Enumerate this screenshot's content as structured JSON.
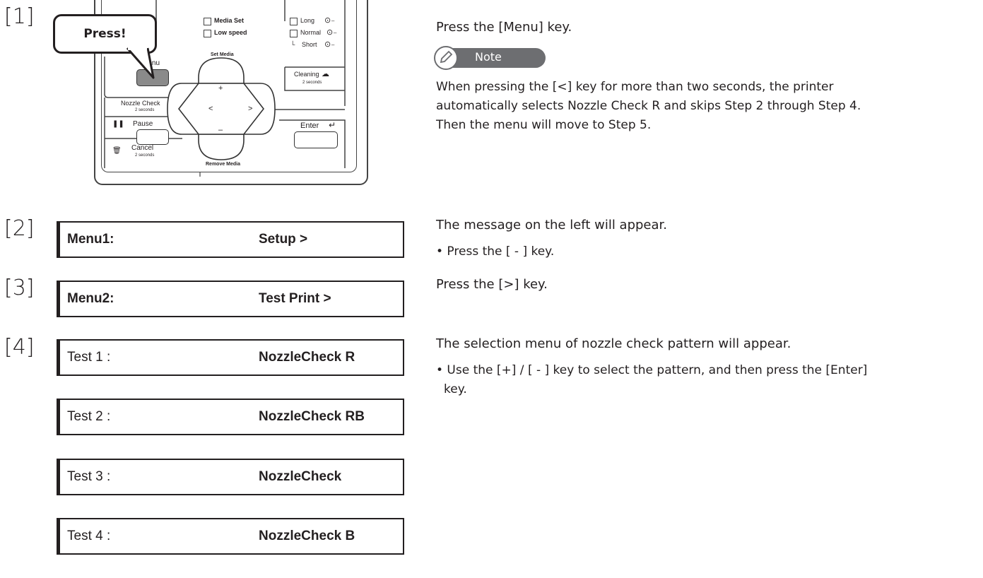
{
  "steps": {
    "s1": {
      "label": "[1]",
      "text": "Press the [Menu] key."
    },
    "s2": {
      "label": "[2]",
      "text": "The message on the left will appear.",
      "bullet": "• Press the [ - ] key."
    },
    "s3": {
      "label": "[3]",
      "text": "Press the [>] key."
    },
    "s4": {
      "label": "[4]",
      "text": "The selection menu of nozzle check pattern will appear.",
      "bullet_line1": "• Use the [+] / [ - ] key to select the pattern, and then press the [Enter]",
      "bullet_line2": "key."
    }
  },
  "note": {
    "label": "Note",
    "line1": "When pressing the [<] key for more than two seconds, the printer",
    "line2": "automatically selects Nozzle Check R and skips Step 2 through Step 4.",
    "line3": "Then the menu will move to Step 5."
  },
  "callout": {
    "text": "Press!"
  },
  "panel": {
    "media_set": "Media Set",
    "low_speed": "Low speed",
    "long": "Long",
    "normal": "Normal",
    "short": "Short",
    "set_media": "Set Media",
    "menu": "Menu",
    "cleaning": "Cleaning",
    "two_seconds": "2 seconds",
    "nozzle_check": "Nozzle Check",
    "pause": "Pause",
    "cancel": "Cancel",
    "enter": "Enter",
    "remove_media": "Remove Media",
    "plus": "+",
    "minus": "–",
    "left": "<",
    "right": ">"
  },
  "displays": {
    "menu1": {
      "left": "Menu1:",
      "right": "Setup >"
    },
    "menu2": {
      "left": "Menu2:",
      "right": "Test Print >"
    },
    "tests": [
      {
        "left": "Test 1 :",
        "right": "NozzleCheck R"
      },
      {
        "left": "Test 2 :",
        "right": "NozzleCheck RB"
      },
      {
        "left": "Test 3 :",
        "right": "NozzleCheck"
      },
      {
        "left": "Test 4 :",
        "right": "NozzleCheck B"
      }
    ]
  },
  "colors": {
    "text": "#231f20",
    "note_badge": "#6d6e71"
  }
}
